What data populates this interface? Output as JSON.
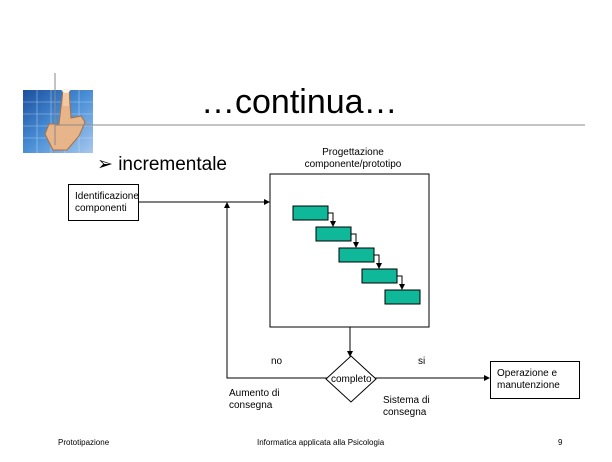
{
  "slide": {
    "title": "…continua…",
    "bullet_marker": "➢",
    "bullet_text": "incrementale"
  },
  "diagram": {
    "identificazione": "Identificazione componenti",
    "progettazione_label": "Progettazione componente/prototipo",
    "decision": "completo",
    "no_label": "no",
    "si_label": "si",
    "aumento": "Aumento di consegna",
    "sistema": "Sistema di consegna",
    "operazione": "Operazione e manutenzione"
  },
  "footer": {
    "left": "Prototipazione",
    "center": "Informatica applicata alla Psicologia",
    "page": "9"
  },
  "colors": {
    "task_fill": "#10b89a",
    "line": "#000000"
  }
}
